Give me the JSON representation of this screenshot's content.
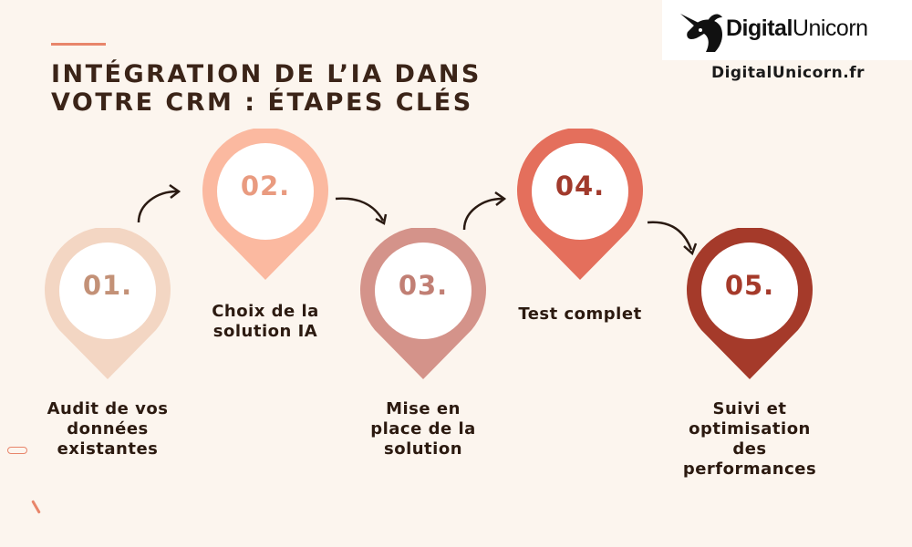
{
  "header": {
    "title_line1": "INTÉGRATION DE L’IA DANS",
    "title_line2": "VOTRE CRM : ÉTAPES CLÉS"
  },
  "brand": {
    "name_part1": "Digital",
    "name_part2": "Unicorn",
    "site_url": "DigitalUnicorn.fr"
  },
  "colors": {
    "background": "#fcf5ee",
    "accent": "#e8856a",
    "step1": "#f3d6c3",
    "step2": "#fbb9a0",
    "step3": "#d4938a",
    "step4": "#e46f5c",
    "step5": "#a53a2a"
  },
  "steps": [
    {
      "number": "01.",
      "label_lines": [
        "Audit de vos",
        "données",
        "existantes"
      ]
    },
    {
      "number": "02.",
      "label_lines": [
        "Choix de la",
        "solution IA"
      ]
    },
    {
      "number": "03.",
      "label_lines": [
        "Mise en",
        "place de la",
        "solution"
      ]
    },
    {
      "number": "04.",
      "label_lines": [
        "Test complet"
      ]
    },
    {
      "number": "05.",
      "label_lines": [
        "Suivi et",
        "optimisation",
        "des",
        "performances"
      ]
    }
  ],
  "icons": [
    "unicorn-logo-icon",
    "curved-arrow-icon"
  ]
}
